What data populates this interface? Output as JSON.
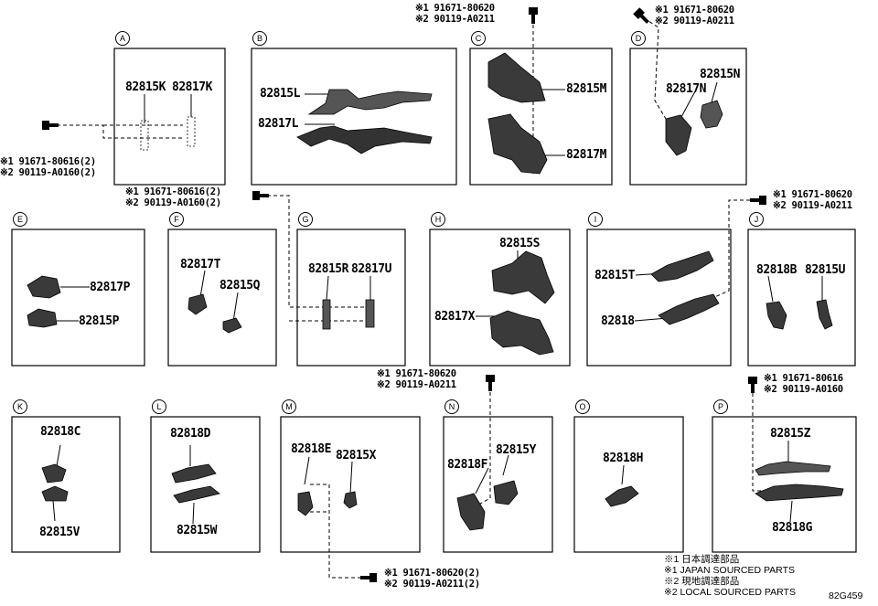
{
  "sections": {
    "A": {
      "label": "A",
      "parts": [
        "82815K",
        "82817K"
      ],
      "fasteners": [
        "※1 91671-80616(2)",
        "※2 90119-A0160(2)"
      ]
    },
    "B": {
      "label": "B",
      "parts": [
        "82815L",
        "82817L"
      ]
    },
    "C": {
      "label": "C",
      "parts": [
        "82815M",
        "82817M"
      ],
      "fasteners": [
        "※1 91671-80620",
        "※2 90119-A0211"
      ]
    },
    "D": {
      "label": "D",
      "parts": [
        "82815N",
        "82817N"
      ],
      "fasteners": [
        "※1 91671-80620",
        "※2 90119-A0211"
      ]
    },
    "E": {
      "label": "E",
      "parts": [
        "82817P",
        "82815P"
      ]
    },
    "F": {
      "label": "F",
      "parts": [
        "82817T",
        "82815Q"
      ]
    },
    "G": {
      "label": "G",
      "parts": [
        "82815R",
        "82817U"
      ],
      "fasteners": [
        "※1 91671-80616(2)",
        "※2 90119-A0160(2)"
      ]
    },
    "H": {
      "label": "H",
      "parts": [
        "82815S",
        "82817X"
      ]
    },
    "I": {
      "label": "I",
      "parts": [
        "82815T",
        "82818"
      ],
      "fasteners": [
        "※1 91671-80620",
        "※2 90119-A0211"
      ]
    },
    "J": {
      "label": "J",
      "parts": [
        "82818B",
        "82815U"
      ]
    },
    "K": {
      "label": "K",
      "parts": [
        "82818C",
        "82815V"
      ]
    },
    "L": {
      "label": "L",
      "parts": [
        "82818D",
        "82815W"
      ]
    },
    "M": {
      "label": "M",
      "parts": [
        "82818E",
        "82815X"
      ],
      "fasteners": [
        "※1 91671-80620(2)",
        "※2 90119-A0211(2)"
      ]
    },
    "N": {
      "label": "N",
      "parts": [
        "82818F",
        "82815Y"
      ],
      "fasteners": [
        "※1 91671-80620",
        "※2 90119-A0211"
      ]
    },
    "O": {
      "label": "O",
      "parts": [
        "82818H"
      ]
    },
    "P": {
      "label": "P",
      "parts": [
        "82815Z",
        "82818G"
      ],
      "fasteners": [
        "※1 91671-80616",
        "※2 90119-A0160"
      ]
    }
  },
  "legend": [
    "※1 日本調達部品",
    "※1 JAPAN SOURCED PARTS",
    "※2 現地調達部品",
    "※2 LOCAL SOURCED PARTS"
  ],
  "diagram_code": "82G459",
  "colors": {
    "line": "#000000",
    "part_fill": "#3a3a3a",
    "background": "#ffffff"
  }
}
